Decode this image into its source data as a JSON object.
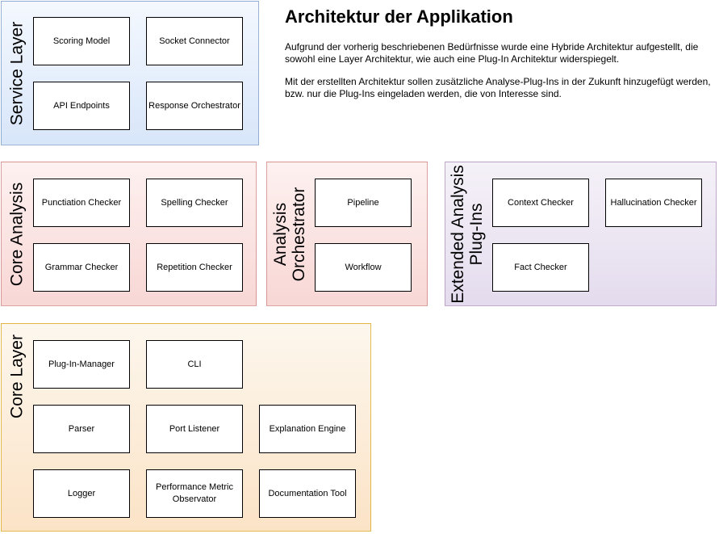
{
  "header": {
    "title": "Architektur der Applikation",
    "paragraph1": "Aufgrund der vorherig beschriebenen Bedürfnisse wurde eine Hybride Architektur aufgestellt, die sowohl eine Layer Architektur, wie auch eine Plug-In Architektur widerspiegelt.",
    "paragraph2": "Mit der erstellten Architektur sollen zusätzliche Analyse-Plug-Ins in der Zukunft hinzugefügt werden, bzw. nur die Plug-Ins eingeladen werden, die von Interesse sind."
  },
  "containers": {
    "service_layer": {
      "label": "Service Layer",
      "boxes": [
        "Scoring Model",
        "Socket Connector",
        "API Endpoints",
        "Response Orchestrator"
      ]
    },
    "core_analysis": {
      "label": "Core Analysis",
      "boxes": [
        "Punctiation Checker",
        "Spelling Checker",
        "Grammar Checker",
        "Repetition Checker"
      ]
    },
    "analysis_orchestrator": {
      "label": "Analysis\nOrchestrator",
      "boxes": [
        "Pipeline",
        "Workflow"
      ]
    },
    "extended_analysis": {
      "label": "Extended Analysis\nPlug-Ins",
      "boxes": [
        "Context Checker",
        "Hallucination Checker",
        "Fact Checker"
      ]
    },
    "core_layer": {
      "label": "Core Layer",
      "boxes": [
        "Plug-In-Manager",
        "CLI",
        "Parser",
        "Port Listener",
        "Explanation Engine",
        "Logger",
        "Performance Metric Observator",
        "Documentation Tool"
      ]
    }
  },
  "colors": {
    "service_layer_fill": "#dae8fc",
    "service_layer_stroke": "#6c8ebf",
    "analysis_fill": "#f8cecc",
    "analysis_stroke": "#b85450",
    "extended_fill": "#e1d5e7",
    "extended_stroke": "#9673a6",
    "core_layer_fill": "#ffe6cc",
    "core_layer_stroke": "#d79b00",
    "node_fill": "#ffffff",
    "node_stroke": "#000000"
  }
}
